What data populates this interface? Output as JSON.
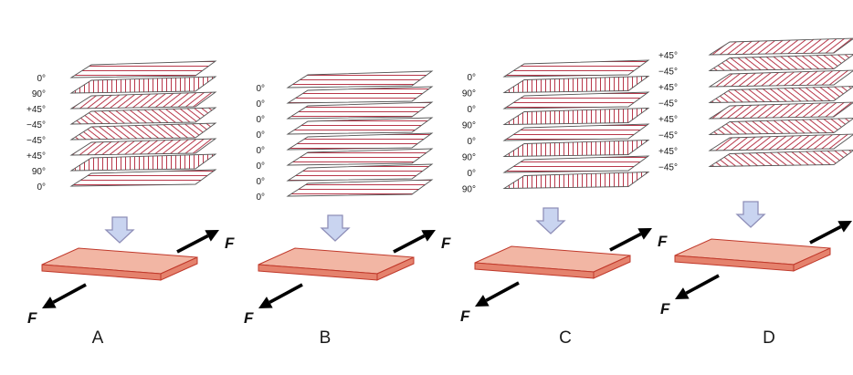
{
  "colors": {
    "background": "#ffffff",
    "ply_fill": "#ffffff",
    "ply_stroke": "#555555",
    "fiber_stroke": "#b8374a",
    "laminate_top": "#f2b6a4",
    "laminate_side": "#e5826d",
    "laminate_edge": "#c0392b",
    "press_arrow_fill": "#c9d4f0",
    "press_arrow_stroke": "#8f8fb8",
    "force_arrow": "#000000"
  },
  "icons": {
    "press_arrow": "down-arrow-icon",
    "force_arrow": "force-arrow-icon"
  },
  "panels": [
    {
      "label": "A",
      "force_label": "F",
      "plies": [
        "0°",
        "90°",
        "+45°",
        "−45°",
        "−45°",
        "+45°",
        "90°",
        "0°"
      ]
    },
    {
      "label": "B",
      "force_label": "F",
      "plies": [
        "0°",
        "0°",
        "0°",
        "0°",
        "0°",
        "0°",
        "0°",
        "0°"
      ]
    },
    {
      "label": "C",
      "force_label": "F",
      "plies": [
        "0°",
        "90°",
        "0°",
        "90°",
        "0°",
        "90°",
        "0°",
        "90°"
      ]
    },
    {
      "label": "D",
      "force_label": "F",
      "plies": [
        "+45°",
        "−45°",
        "+45°",
        "−45°",
        "+45°",
        "−45°",
        "+45°",
        "−45°"
      ]
    }
  ]
}
